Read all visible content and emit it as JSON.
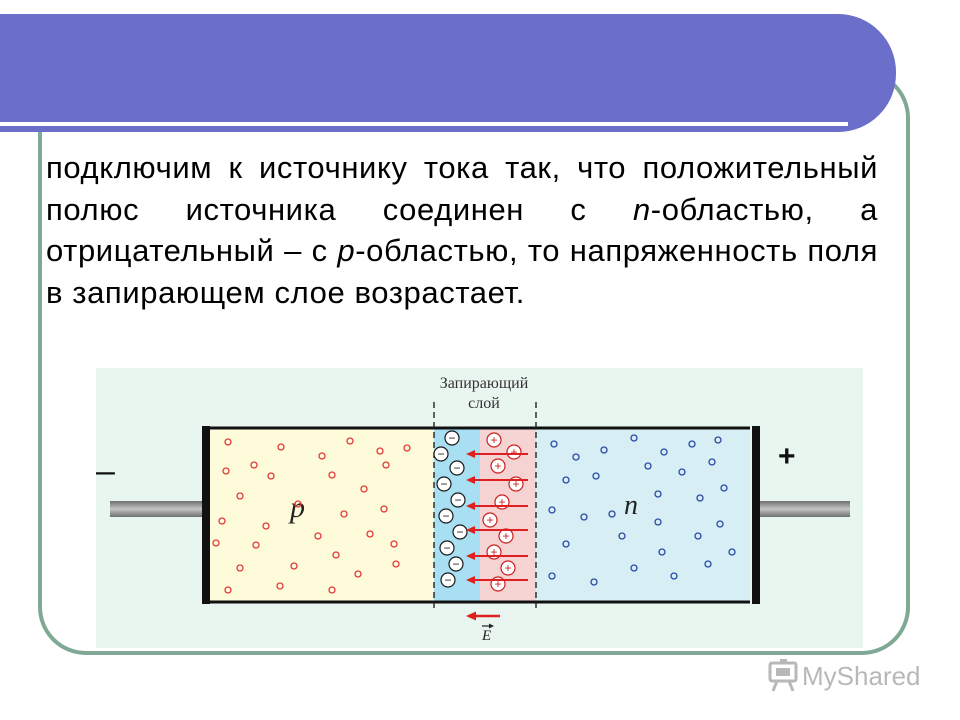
{
  "slide": {
    "text": {
      "part1": "подключим к источнику тока так, что положительный полюс источника соединен с ",
      "italic1": "n",
      "part2": "-областью, а отрицательный – с ",
      "italic2": "p",
      "part3": "-областью, то напряженность поля в запирающем слое возрастает."
    }
  },
  "diagram": {
    "barrier_label_line1": "Запирающий",
    "barrier_label_line2": "слой",
    "p_label": "p",
    "n_label": "n",
    "minus_terminal": "–",
    "plus_terminal": "+",
    "field_label": "E",
    "negative_ion_symbol": "−",
    "positive_ion_symbol": "+",
    "colors": {
      "p_region": "#fdfbd9",
      "n_region": "#d6eef4",
      "barrier_p": "#a9dff2",
      "barrier_n": "#f6d3d3",
      "background": "#e9f5ef",
      "carrier_p": "#e23a3a",
      "carrier_n": "#2a4aa8",
      "field_arrow": "#e02020"
    }
  },
  "watermark": {
    "text": "MyShared"
  }
}
